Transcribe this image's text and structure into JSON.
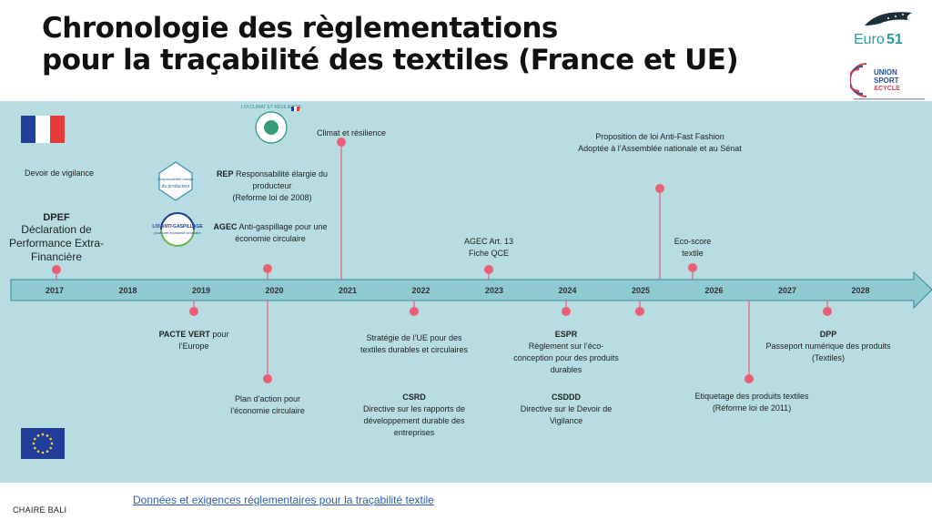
{
  "title": {
    "line1": "Chronologie des règlementations",
    "line2": "pour la traçabilité des textiles (France et UE)"
  },
  "logos": {
    "euro_text_a": "Euro",
    "euro_text_b": "51",
    "union_text_a": "UNION",
    "union_text_b": "SPORT",
    "union_text_c": "&CYCLE",
    "loi_climat_text": "LOI CLIMAT ET RÉSILIENCE",
    "rep_text_a": "Responsabilité élargie",
    "rep_text_b": "du producteur",
    "agec_text_a": "LOI ANTI-GASPILLAGE",
    "agec_text_b": "pour une économie circulaire"
  },
  "years": [
    "2017",
    "2018",
    "2019",
    "2020",
    "2021",
    "2022",
    "2023",
    "2024",
    "2025",
    "2026",
    "2027",
    "2028"
  ],
  "france": {
    "devoir": "Devoir de vigilance",
    "dpef_title": "DPEF",
    "dpef_body": "Déclaration de Performance Extra-Financière",
    "rep_bold": "REP",
    "rep_text": "Responsabilité élargie du producteur",
    "rep_note": "(Reforme loi de 2008)",
    "agec_bold": "AGEC",
    "agec_text": "Anti-gaspillage pour une économie circulaire",
    "climat": "Climat et résilience",
    "agec13_a": "AGEC Art. 13",
    "agec13_b": "Fiche QCE",
    "antifast_a": "Proposition de loi Anti-Fast Fashion",
    "antifast_b": "Adoptée à l’Assemblée nationale et au Sénat",
    "ecoscore_a": "Eco-score",
    "ecoscore_b": "textile"
  },
  "eu": {
    "pacte_bold": "PACTE VERT",
    "pacte_text": "pour l’Europe",
    "plan": "Plan d’action pour l’économie circulaire",
    "strategie": "Stratégie de l’UE pour des textiles durables et circulaires",
    "csrd_title": "CSRD",
    "csrd_text": "Directive sur les rapports de développement durable des entreprises",
    "espr_title": "ESPR",
    "espr_text": "Règlement sur l’éco-conception pour des produits durables",
    "csddd_title": "CSDDD",
    "csddd_text": "Directive sur le Devoir de Vigilance",
    "dpp_title": "DPP",
    "dpp_text": "Passeport numérique des produits (Textiles)",
    "etiquetage_a": "Etiquetage des produits textiles",
    "etiquetage_b": "(Réforme loi de 2011)"
  },
  "footer": {
    "left": "CHAIRE BALI",
    "link": "Données et exigences réglementaires pour la traçabilité textile"
  },
  "colors": {
    "panel": "#b7dde2",
    "arrow": "#8fc9d2",
    "marker": "#ea5f75",
    "link": "#2a5fb0"
  }
}
